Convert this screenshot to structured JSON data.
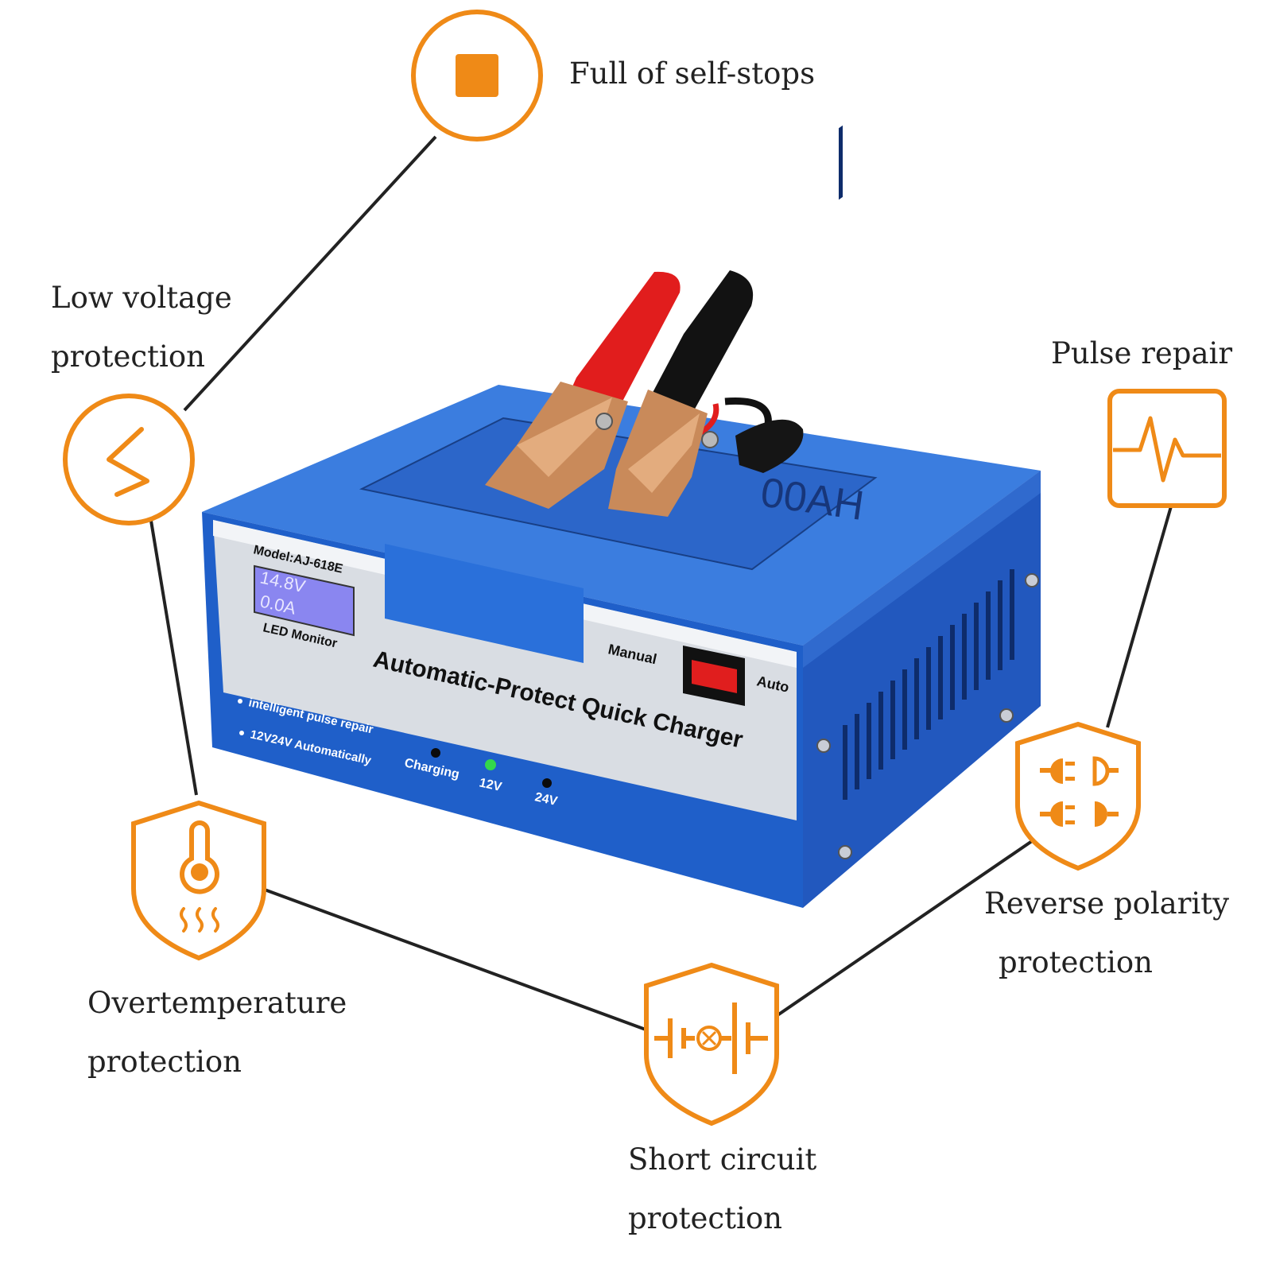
{
  "accent_color": "#EF8A17",
  "charger_color": "#1F5FC9",
  "features": {
    "full_self_stop": {
      "label": "Full of self-stops",
      "icon": "stop-square-icon"
    },
    "low_voltage": {
      "line1": "Low voltage",
      "line2": "protection",
      "icon": "low-voltage-zigzag-icon"
    },
    "pulse_repair": {
      "label": "Pulse repair",
      "icon": "pulse-wave-icon"
    },
    "reverse_polarity": {
      "line1": "Reverse polarity",
      "line2": "protection",
      "icon": "plug-shield-icon"
    },
    "overtemperature": {
      "line1": "Overtemperature",
      "line2": "protection",
      "icon": "thermometer-shield-icon"
    },
    "short_circuit": {
      "line1": "Short circuit",
      "line2": "protection",
      "icon": "battery-short-shield-icon"
    }
  },
  "product": {
    "model": "Model:AJ-618E",
    "lcd_voltage": "14.8V",
    "lcd_current": "0.0A",
    "lcd_monitor_label": "LED Monitor",
    "main_title": "Automatic-Protect Quick Charger",
    "bullet_1": "intelligent pulse repair",
    "bullet_2": "12V24V Automatically",
    "switch_left": "Manual",
    "switch_right": "Auto",
    "led_charging": "Charging",
    "led_12v": "12V",
    "led_24v": "24V",
    "top_label": "00AH"
  }
}
